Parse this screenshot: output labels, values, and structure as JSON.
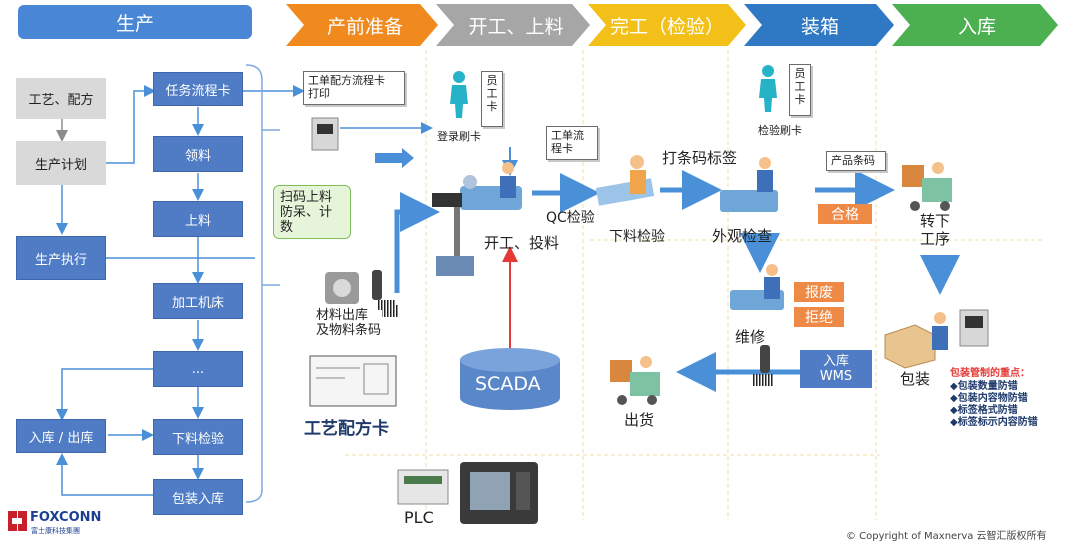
{
  "header": {
    "production_label": "生产",
    "stages": [
      {
        "label": "产前准备",
        "color": "#f08a1f"
      },
      {
        "label": "开工、上料",
        "color": "#999999"
      },
      {
        "label": "完工（检验）",
        "color": "#f2c018"
      },
      {
        "label": "装箱",
        "color": "#2f78c4"
      },
      {
        "label": "入库",
        "color": "#4caf50"
      }
    ]
  },
  "left_flow": {
    "process_recipe": "工艺、配方",
    "production_plan": "生产计划",
    "production_execution": "生产执行",
    "in_out_stock": "入库 / 出库",
    "steps": [
      "任务流程卡",
      "领料",
      "上料",
      "加工机床",
      "...",
      "下料检验",
      "包装入库"
    ]
  },
  "notes": {
    "work_order_card_print": "工单配方流程卡\n打印",
    "scan_feed": "扫码上料\n防呆、计\n数",
    "employee_card": "员\n工\n卡",
    "work_order_card": "工单流\n程卡",
    "product_barcode": "产品条码",
    "inbound_wms": "入库\nWMS"
  },
  "labels": {
    "login_swipe": "登录刷卡",
    "inspection_swipe": "检验刷卡",
    "material_barcode": "材料出库\n及物料条码",
    "process_card": "工艺配方卡",
    "work_feed": "开工、投料",
    "qc_inspection": "QC检验",
    "unload_inspection": "下料检验",
    "print_barcode": "打条码标签",
    "appearance_check": "外观检查",
    "transfer": "转下\n工序",
    "repair": "维修",
    "packing": "包装",
    "shipping": "出货",
    "scada": "SCADA",
    "plc": "PLC",
    "pass": "合格",
    "scrap": "报废",
    "reject": "拒绝",
    "packing_focus_title": "包装管制的重点：",
    "packing_focus_items": [
      "◆包装数量防错",
      "◆包装内容物防错",
      "◆标签格式防错",
      "◆标签标示内容防错"
    ],
    "foxconn_logo": "FOXCONN",
    "foxconn_sub": "富士康科技集團",
    "copyright": "© Copyright of Maxnerva 云智汇版权所有"
  },
  "colors": {
    "box_blue": "#4f7cc4",
    "header_blue": "#4a86d6",
    "arrow_blue": "#4a90d9",
    "tag_orange": "#ee8a45",
    "scada_fill": "#5a87c9",
    "red_arrow": "#e53935",
    "worker_teal": "#27b3c7"
  }
}
